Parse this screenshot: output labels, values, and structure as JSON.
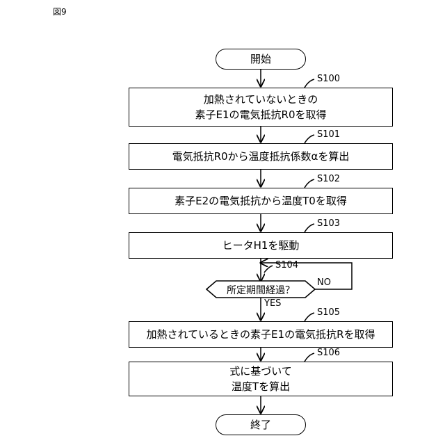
{
  "figure_label": "図9",
  "start": "開始",
  "end": "終了",
  "steps": [
    {
      "id": "S100",
      "line1": "加熱されていないときの",
      "line2": "素子E1の電気抵抗R0を取得"
    },
    {
      "id": "S101",
      "line1": "電気抵抗R0から温度抵抗係数αを算出"
    },
    {
      "id": "S102",
      "line1": "素子E2の電気抵抗から温度T0を取得"
    },
    {
      "id": "S103",
      "line1": "ヒータH1を駆動"
    },
    {
      "id": "S105",
      "line1": "加熱されているときの素子E1の電気抵抗Rを取得"
    },
    {
      "id": "S106",
      "line1": "式に基づいて",
      "line2": "温度Tを算出"
    }
  ],
  "decision": {
    "id": "S104",
    "text": "所定期間経過？",
    "no": "NO",
    "yes": "YES"
  }
}
